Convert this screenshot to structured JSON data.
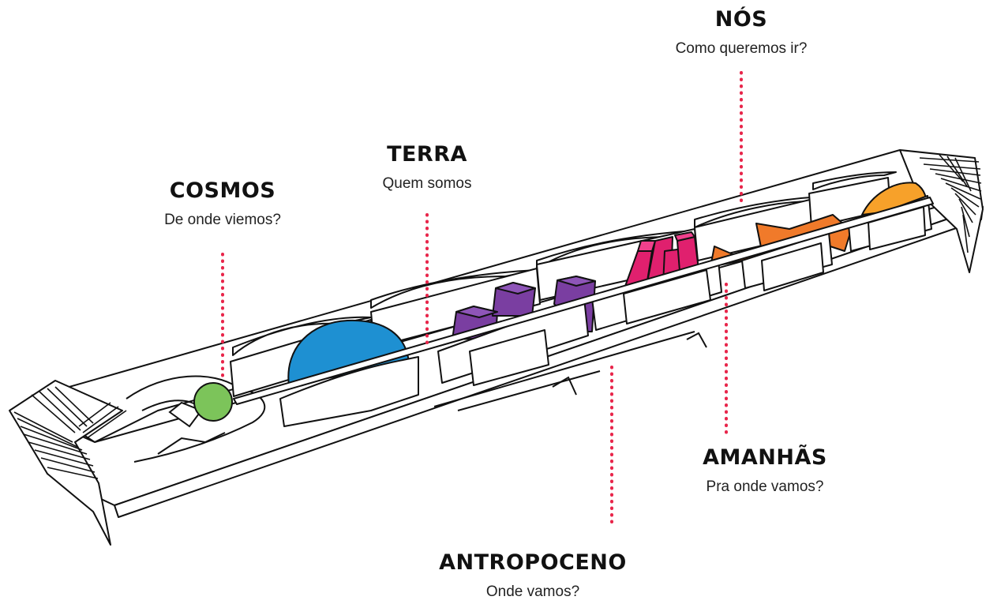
{
  "sections": [
    {
      "id": "cosmos",
      "title": "COSMOS",
      "subtitle": "De onde viemos?",
      "color": "#7cc45a"
    },
    {
      "id": "terra",
      "title": "TERRA",
      "subtitle": "Quem somos",
      "color": "#1e90d2"
    },
    {
      "id": "antropoceno",
      "title": "ANTROPOCENO",
      "subtitle": "Onde vamos?",
      "color": "#7a3ea1"
    },
    {
      "id": "amanhas",
      "title": "AMANHÃS",
      "subtitle": "Pra onde vamos?",
      "color": "#e0206e"
    },
    {
      "id": "nos",
      "title": "NÓS",
      "subtitle": "Como queremos ir?",
      "color": "#f07a2a"
    }
  ],
  "colors": {
    "leader": "#e8254a",
    "outline": "#111111",
    "extra_orange": "#f7a12a"
  }
}
